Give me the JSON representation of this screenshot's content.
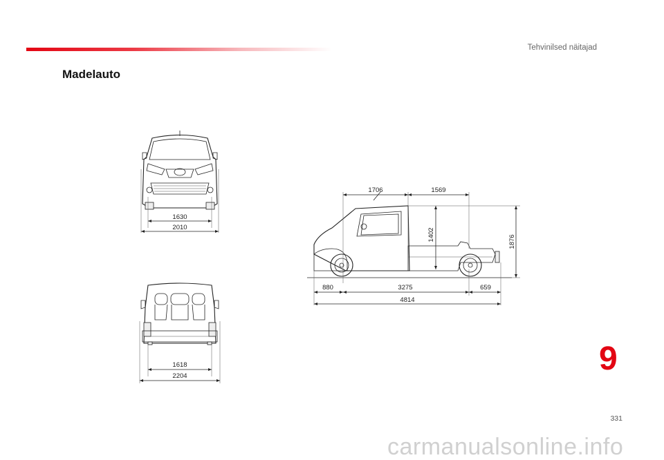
{
  "header": {
    "section_title": "Tehvinilsed näitajad",
    "accent_color": "#e30613"
  },
  "page_heading": "Madelauto",
  "chapter_number": "9",
  "page_number": "331",
  "front_view": {
    "dim_inner": "1630",
    "dim_outer": "2010"
  },
  "rear_view": {
    "dim_inner": "1618",
    "dim_outer": "2204"
  },
  "side_view": {
    "dim_cab": "1706",
    "dim_platform": "1569",
    "dim_platform_height": "1402",
    "dim_total_height": "1876",
    "dim_front_overhang": "880",
    "dim_wheelbase": "3275",
    "dim_rear_overhang": "659",
    "dim_total_length": "4814"
  },
  "watermark": "carmanualsonline.info"
}
